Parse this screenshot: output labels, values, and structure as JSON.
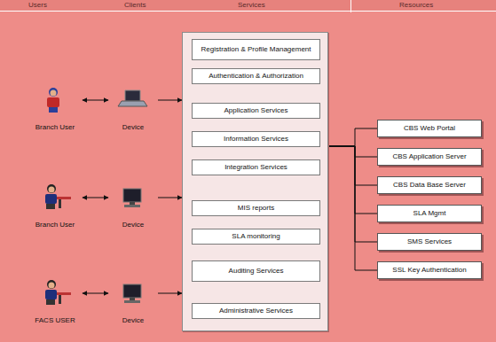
{
  "diagram": {
    "nodes": [
      {
        "text": [
          "Branch User"
        ]
      },
      {
        "text": [
          "Device"
        ]
      },
      {
        "text": []
      },
      {
        "text": [
          "Registration & Profile Management"
        ],
        "in": 2
      },
      {
        "text": [
          "Authentication & Authorization"
        ],
        "in": 2
      },
      {
        "text": [
          "Application Services"
        ],
        "in": 2
      },
      {
        "text": [
          "Information Services"
        ],
        "in": 2
      },
      {
        "text": [
          "Integration Services"
        ],
        "in": 2
      },
      {
        "text": [
          "MIS reports"
        ],
        "in": 2
      },
      {
        "text": [
          "SLA monitoring"
        ],
        "in": 2
      },
      {
        "text": [
          "Auditing Services"
        ],
        "in": 2
      },
      {
        "text": [
          "Administrative Services"
        ],
        "in": 2
      },
      {
        "text": [
          "CBS Web Portal"
        ]
      },
      {
        "text": [
          "CBS Application Server"
        ]
      },
      {
        "text": [
          "CBS Data Base Server"
        ]
      },
      {
        "text": [
          "SLA Mgmt"
        ]
      },
      {
        "text": [
          "SMS Services"
        ]
      },
      {
        "text": [
          "SSL Key Authentication"
        ]
      },
      {
        "text": [
          "Branch User"
        ]
      },
      {
        "text": [
          "Device"
        ]
      },
      {
        "text": [
          "FACS USER"
        ]
      },
      {
        "text": [
          "Device"
        ]
      }
    ],
    "edges": [
      {
        "from": 0,
        "to": 1,
        "arrow": "both"
      },
      {
        "from": 1,
        "to": 2,
        "arrow": "to"
      },
      {
        "from": 18,
        "to": 19,
        "arrow": "both"
      },
      {
        "from": 19,
        "to": 2,
        "arrow": "to"
      },
      {
        "from": 20,
        "to": 21,
        "arrow": "both"
      },
      {
        "from": 21,
        "to": 2,
        "arrow": "to"
      },
      {
        "from": 2,
        "to": 12,
        "arrow": "none"
      },
      {
        "from": 2,
        "to": 13,
        "arrow": "none"
      },
      {
        "from": 2,
        "to": 14,
        "arrow": "none"
      },
      {
        "from": 2,
        "to": 15,
        "arrow": "none"
      },
      {
        "from": 2,
        "to": 16,
        "arrow": "none"
      },
      {
        "from": 2,
        "to": 17,
        "arrow": "none"
      }
    ],
    "labels": [
      "Users",
      "Clients",
      "Services",
      "Resources"
    ]
  }
}
